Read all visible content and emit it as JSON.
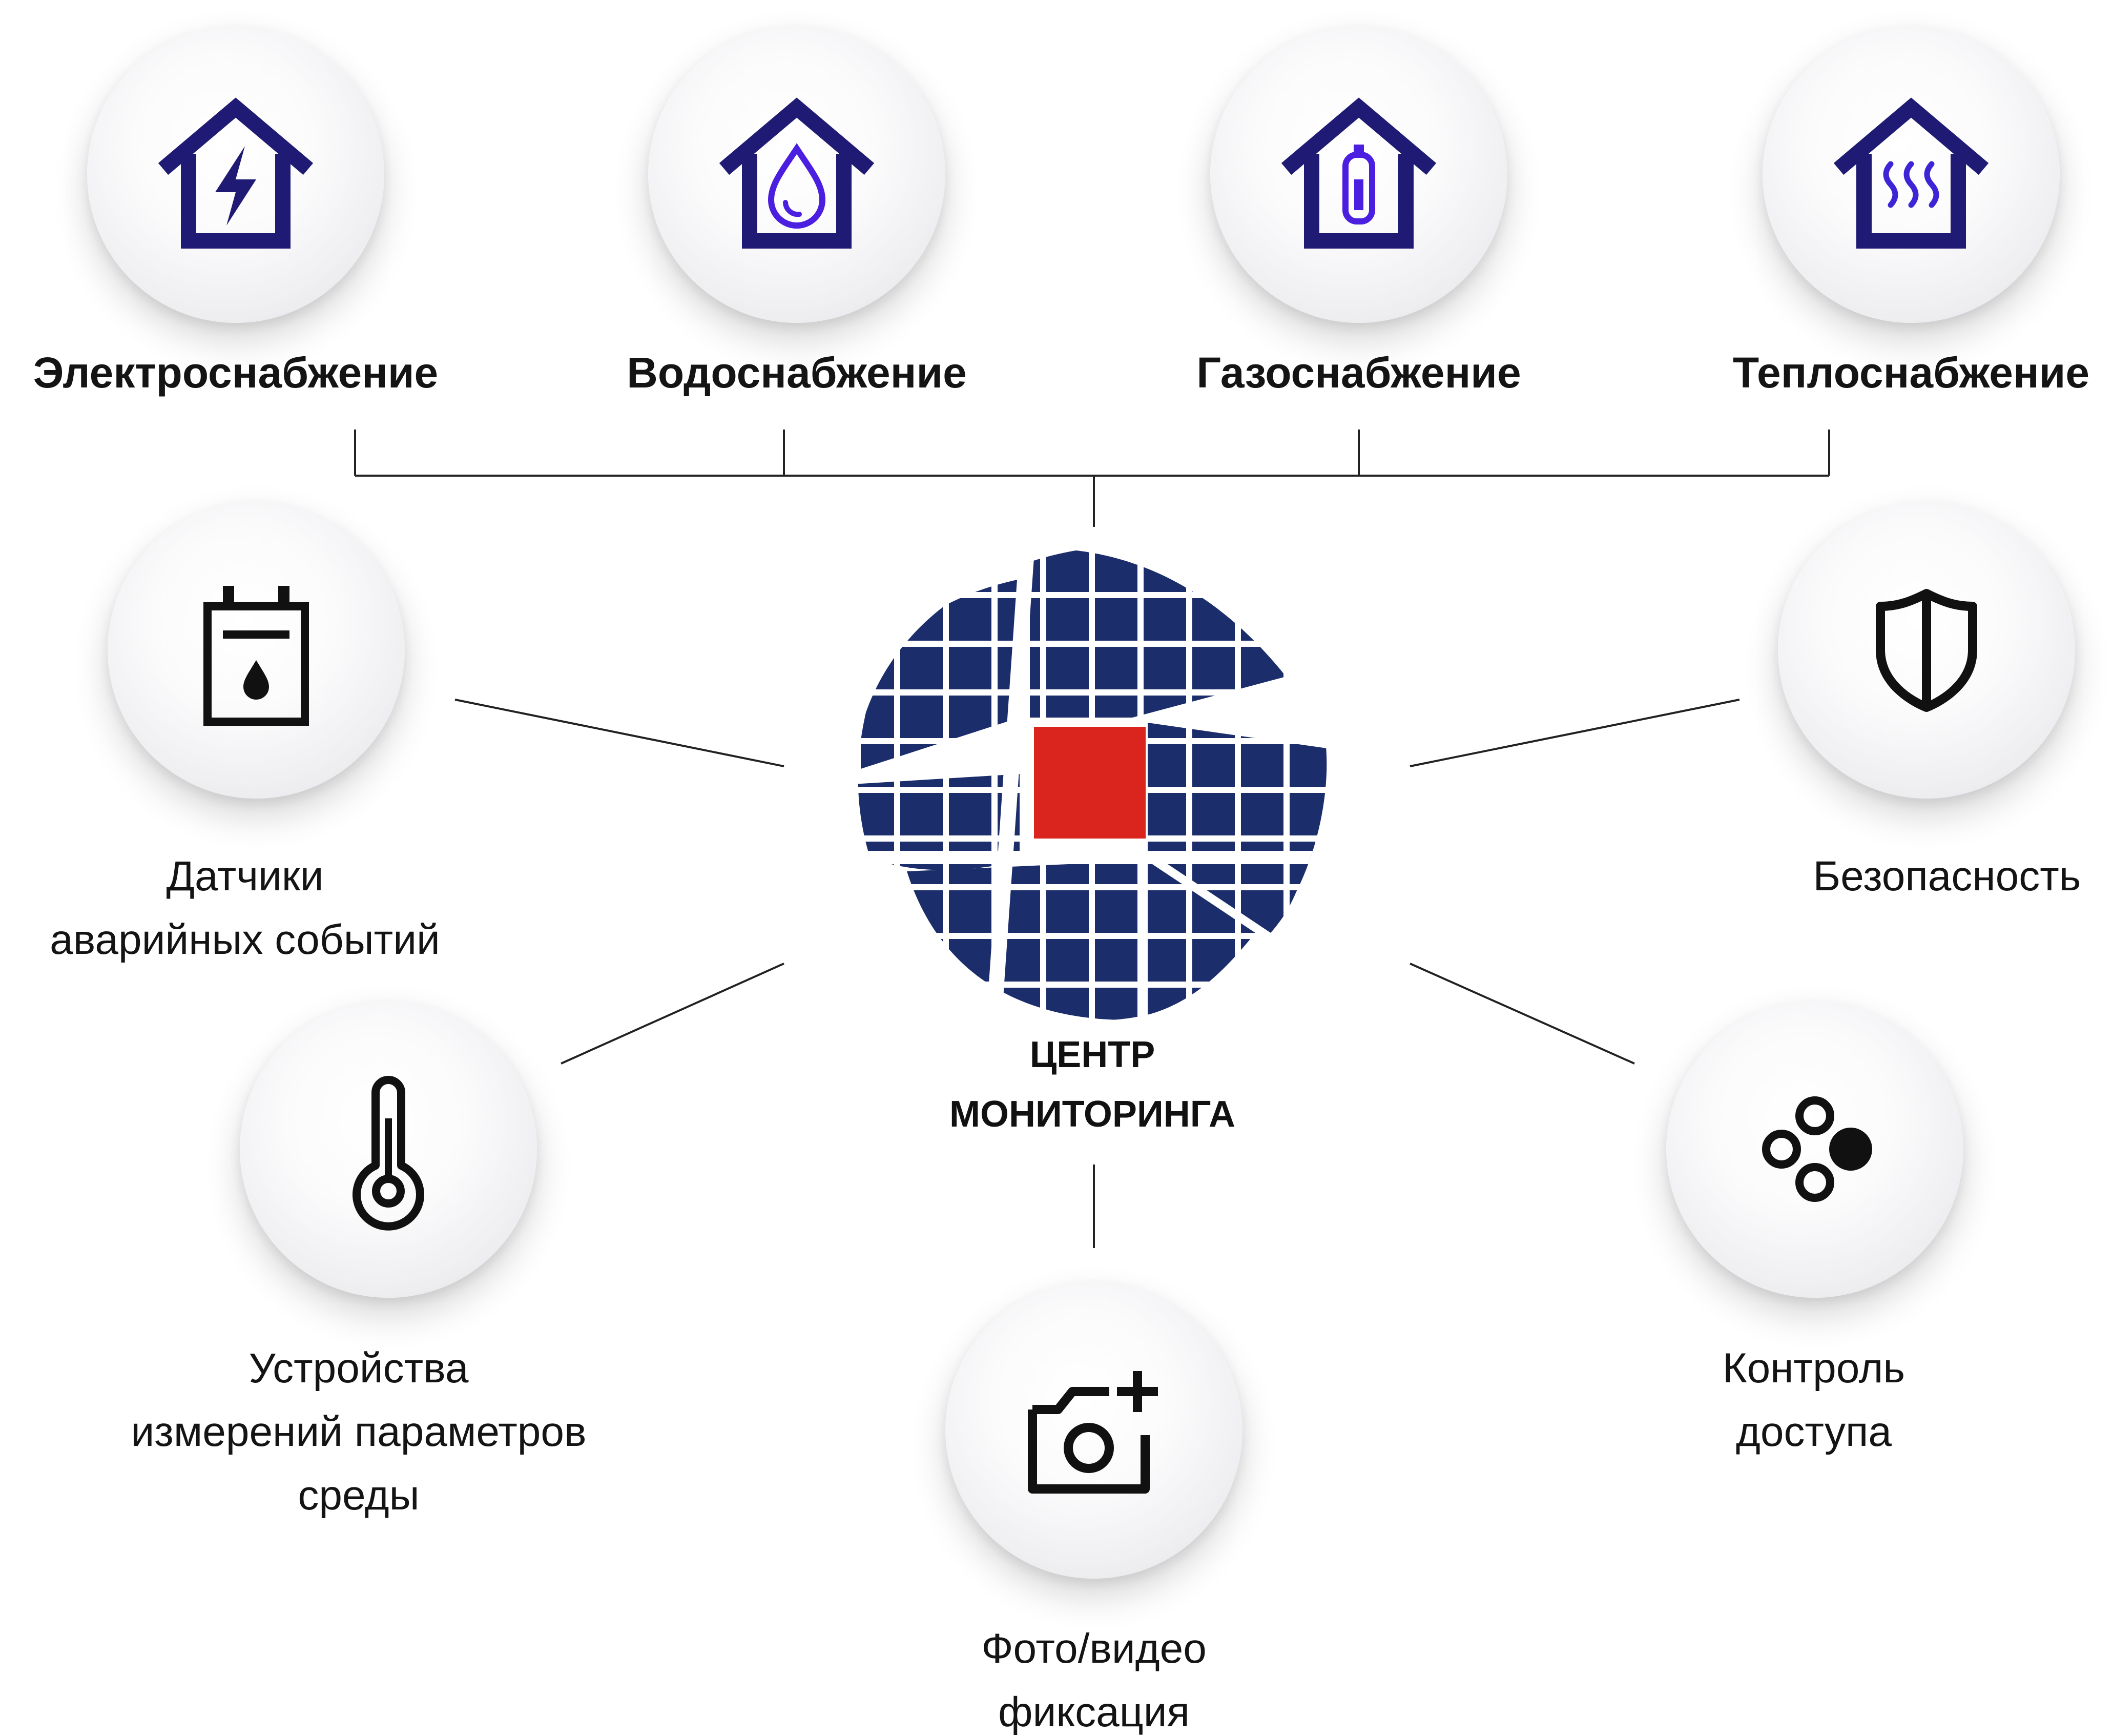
{
  "colors": {
    "house_icon": "#1f1a73",
    "water_icon": "#4b1fe0",
    "heat_icon": "#3d24d6",
    "black_icon": "#111111",
    "logo_blue": "#1c2d6b",
    "logo_red": "#d9251d",
    "connector": "#222222"
  },
  "center": {
    "title_line1": "ЦЕНТР",
    "title_line2": "МОНИТОРИНГА",
    "icon": "globe-grid-logo-icon"
  },
  "top_items": [
    {
      "label": "Электроснабжение",
      "icon": "house-lightning-icon"
    },
    {
      "label": "Водоснабжение",
      "icon": "house-water-drop-icon"
    },
    {
      "label": "Газоснабжение",
      "icon": "house-gas-cylinder-icon"
    },
    {
      "label": "Теплоснабжение",
      "icon": "house-heat-waves-icon"
    }
  ],
  "side_items": {
    "sensors": {
      "line1": "Датчики",
      "line2": "аварийных событий",
      "icon": "leak-sensor-icon"
    },
    "measuring": {
      "line1": "Устройства",
      "line2": "измерений параметров",
      "line3": "среды",
      "icon": "thermometer-icon"
    },
    "photo": {
      "line1": "Фото/видео",
      "line2": "фиксация",
      "icon": "camera-add-icon"
    },
    "access": {
      "line1": "Контроль",
      "line2": "доступа",
      "icon": "access-dots-icon"
    },
    "security": {
      "line1": "Безопасность",
      "icon": "shield-icon"
    }
  }
}
